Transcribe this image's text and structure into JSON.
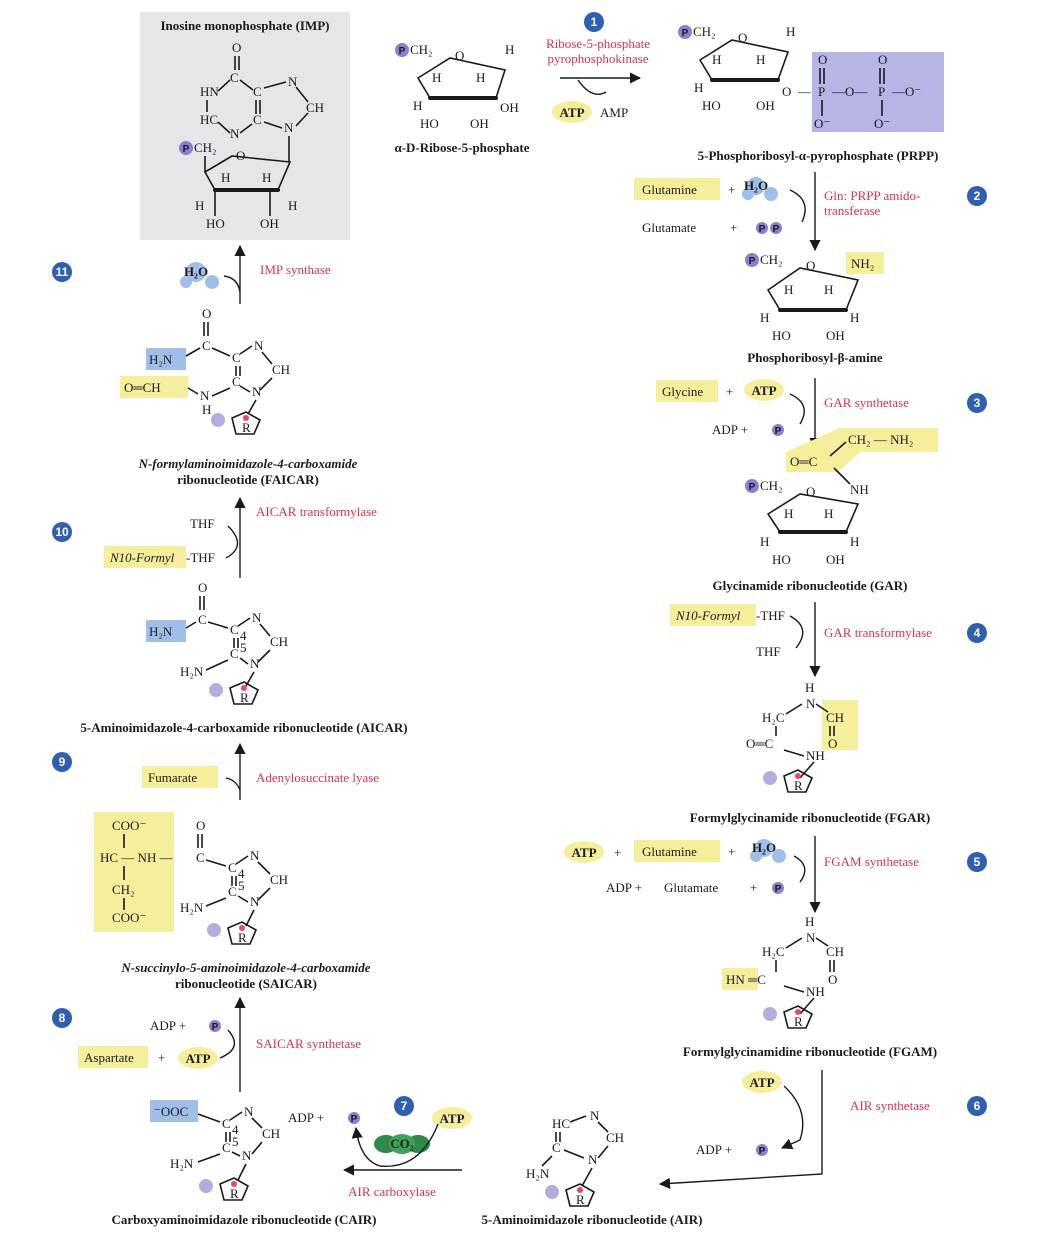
{
  "compounds": {
    "imp": "Inosine monophosphate (IMP)",
    "r5p": "α-D-Ribose-5-phosphate",
    "prpp": "5-Phosphoribosyl-α-pyrophosphate (PRPP)",
    "pra": "Phosphoribosyl-β-amine",
    "gar": "Glycinamide ribonucleotide (GAR)",
    "fgar": "Formylglycinamide ribonucleotide (FGAR)",
    "fgam": "Formylglycinamidine ribonucleotide (FGAM)",
    "air": "5-Aminoimidazole ribonucleotide (AIR)",
    "cair": "Carboxyaminoimidazole ribonucleotide (CAIR)",
    "saicar_1": "N-succinylo-5-aminoimidazole-4-carboxamide",
    "saicar_2": "ribonucleotide (SAICAR)",
    "aicar": "5-Aminoimidazole-4-carboxamide ribonucleotide (AICAR)",
    "faicar_1": "N-formylaminoimidazole-4-carboxamide",
    "faicar_2": "ribonucleotide (FAICAR)"
  },
  "enzymes": {
    "e1_1": "Ribose-5-phosphate",
    "e1_2": "pyrophosphokinase",
    "e2_1": "Gln: PRPP amido-",
    "e2_2": "transferase",
    "e3": "GAR synthetase",
    "e4": "GAR transformylase",
    "e5": "FGAM synthetase",
    "e6": "AIR synthetase",
    "e7": "AIR carboxylase",
    "e8": "SAICAR synthetase",
    "e9": "Adenylosuccinate lyase",
    "e10": "AICAR transformylase",
    "e11": "IMP synthase"
  },
  "steps": [
    "1",
    "2",
    "3",
    "4",
    "5",
    "6",
    "7",
    "8",
    "9",
    "10",
    "11"
  ],
  "reagents": {
    "atp": "ATP",
    "amp": "AMP",
    "adp_plus": "ADP +",
    "glutamine": "Glutamine",
    "glutamate": "Glutamate",
    "glycine": "Glycine",
    "n10_formyl": "N10-Formyl",
    "thf_suffix": "-THF",
    "thf": "THF",
    "fumarate": "Fumarate",
    "aspartate": "Aspartate",
    "h2o": "H₂O",
    "co2": "CO₂",
    "plus": "+",
    "p": "P",
    "nh2_tag": "NH₂",
    "h2n_tag": "H₂N",
    "formyl_tag": "O═CH",
    "coo_tag": "⁻OOC"
  },
  "colors": {
    "enzyme_text": "#d6334f",
    "highlight_yellow": "#f5ee9b",
    "highlight_blue": "#9fbfe8",
    "highlight_lavender": "#b7b5e6",
    "step_circle": "#2f5fb3",
    "phosphate": "#8a7fd0",
    "imp_panel": "#e4e6e9"
  }
}
